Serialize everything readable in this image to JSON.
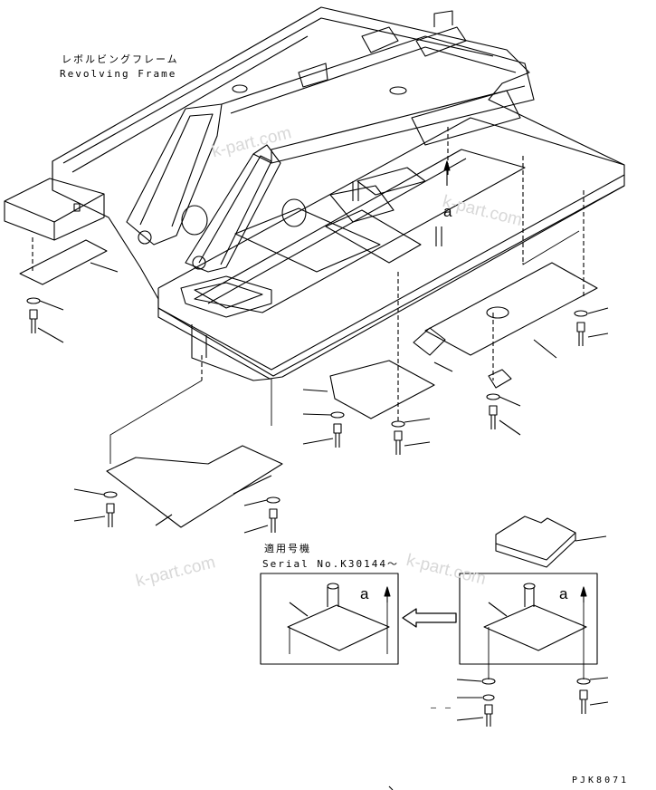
{
  "title_jp": "レボルビングフレーム",
  "title_en": "Revolving Frame",
  "serial_jp": "適用号機",
  "serial_en": "Serial No.K30144～",
  "ref_mark": "a",
  "dash_mark": "– –",
  "watermark": "k-part.com",
  "doc_code": "PJK8071"
}
